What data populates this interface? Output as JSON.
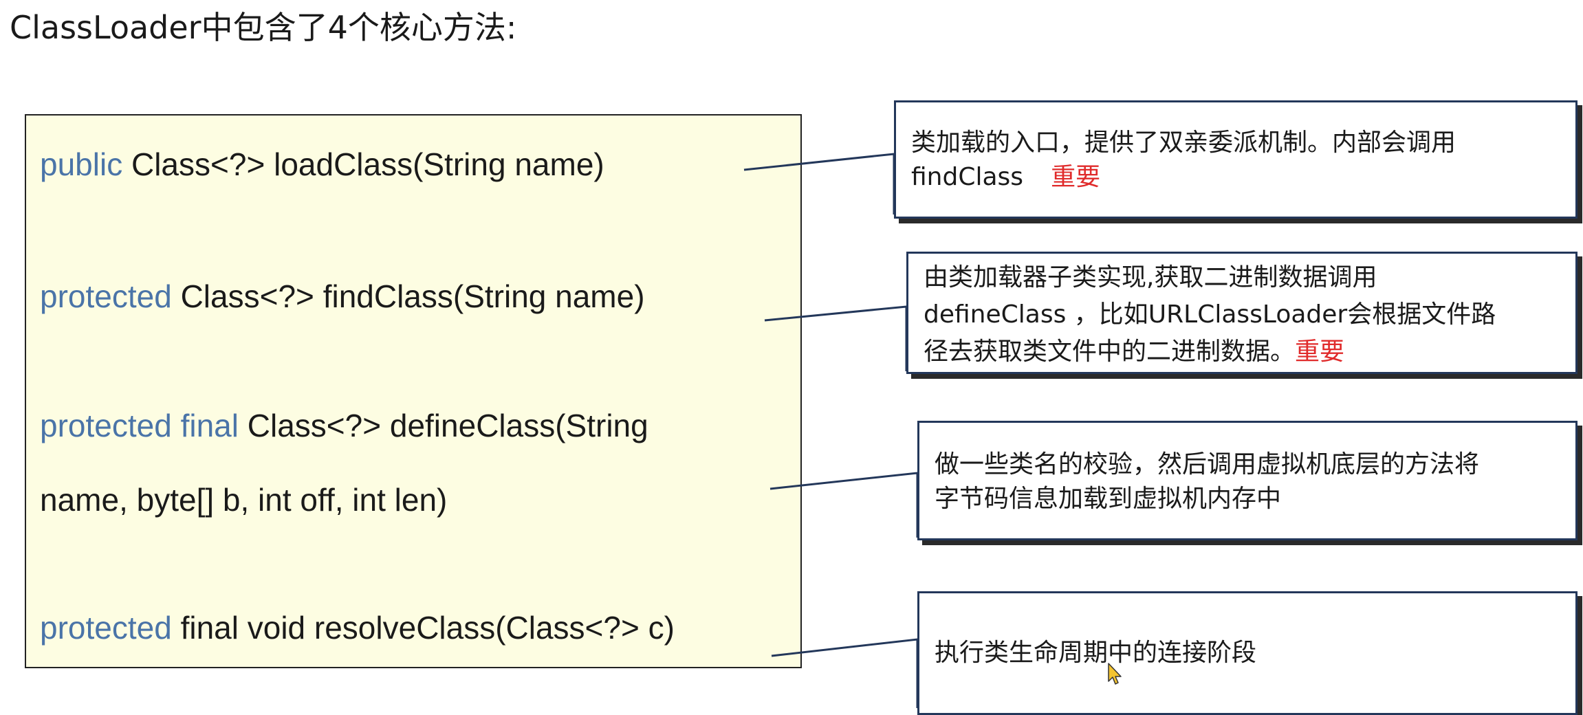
{
  "title": "ClassLoader中包含了4个核心方法:",
  "methods": [
    {
      "modifier": "public",
      "rest": " Class<?> loadClass(String name)"
    },
    {
      "modifier": "protected",
      "rest": " Class<?> findClass(String name)"
    },
    {
      "modifier": "protected final",
      "rest_line1": " Class<?> defineClass(String",
      "line2": "name, byte[] b, int off, int len)"
    },
    {
      "modifier": "protected",
      "rest": " final void resolveClass(Class<?> c)"
    }
  ],
  "notes": [
    {
      "line1": "类加载的入口，提供了双亲委派机制。内部会调用",
      "line2": "findClass",
      "tag": "重要"
    },
    {
      "line1": "由类加载器子类实现,获取二进制数据调用",
      "line2": "defineClass ，比如URLClassLoader会根据文件路",
      "line3": "径去获取类文件中的二进制数据。",
      "tag": "重要"
    },
    {
      "line1": "做一些类名的校验，然后调用虚拟机底层的方法将",
      "line2": "字节码信息加载到虚拟机内存中"
    },
    {
      "line1": "执行类生命周期中的连接阶段"
    }
  ],
  "colors": {
    "keyword": "#4a74a8",
    "important": "#e02b2b",
    "method_box_bg": "#fdfde2",
    "note_border": "#23375a"
  },
  "icons": {
    "cursor": "mouse-pointer-icon"
  }
}
